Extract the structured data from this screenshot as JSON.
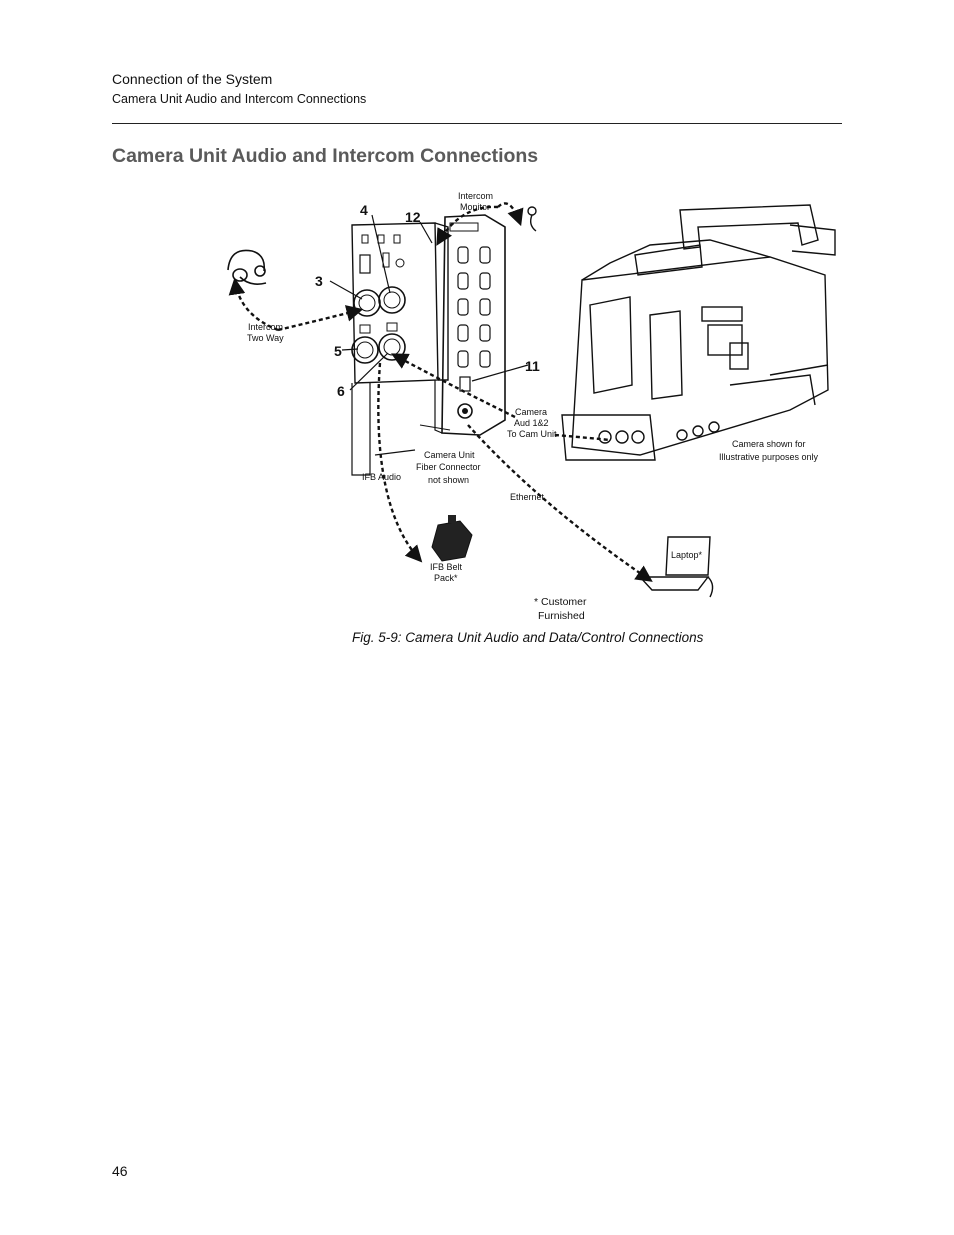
{
  "header": {
    "chapter": "Connection of the System",
    "section": "Camera Unit Audio and Intercom Connections"
  },
  "title": "Camera Unit Audio and Intercom Connections",
  "figure": {
    "labels": {
      "intercom_monitor_1": "Intercom",
      "intercom_monitor_2": "Monitor",
      "intercom_two_way_1": "Intercom",
      "intercom_two_way_2": "Two Way",
      "camera_aud_1": "Camera",
      "camera_aud_2": "Aud 1&2",
      "camera_aud_3": "To Cam Unit",
      "fiber_1": "Camera Unit",
      "fiber_2": "Fiber Connector",
      "fiber_3": "not shown",
      "ifb_audio": "IFB Audio",
      "ethernet": "Ethernet",
      "ifb_belt_1": "IFB Belt",
      "ifb_belt_2": "Pack*",
      "laptop": "Laptop*",
      "customer_1": "* Customer",
      "customer_2": "Furnished",
      "camera_note_1": "Camera shown for",
      "camera_note_2": "Illustrative purposes only"
    },
    "callouts": {
      "c3": "3",
      "c4": "4",
      "c5": "5",
      "c6": "6",
      "c11": "11",
      "c12": "12"
    }
  },
  "caption": "Fig. 5-9: Camera Unit Audio and Data/Control Connections",
  "page_number": "46"
}
